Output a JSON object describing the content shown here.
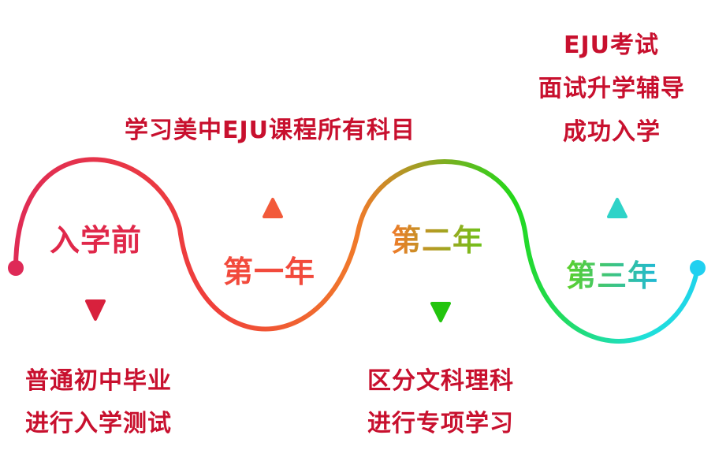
{
  "diagram": {
    "stages": [
      {
        "name": "入学前",
        "details": [
          "普通初中毕业",
          "进行入学测试"
        ],
        "label_color": "#e0284a",
        "marker_color": "#d8213d"
      },
      {
        "name": "第一年",
        "details": [
          "学习美中EJU课程所有科目"
        ],
        "label_color": "#f24a3c",
        "marker_color": "#f25a3a"
      },
      {
        "name": "第二年",
        "details": [
          "区分文科理科",
          "进行专项学习"
        ],
        "label_color_start": "#f07a2a",
        "label_color_end": "#6cc21a",
        "marker_color": "#22c40d"
      },
      {
        "name": "第三年",
        "details": [
          "EJU考试",
          "面试升学辅导",
          "成功入学"
        ],
        "label_color_start": "#5bd02a",
        "label_color_end": "#1fb8d8",
        "marker_color": "#2fd3c8"
      }
    ],
    "text_color": "#c8102e",
    "path_colors": [
      "#de2a57",
      "#f0403a",
      "#f07a2a",
      "#22d81a",
      "#1fe0d8",
      "#20d0f0"
    ]
  }
}
